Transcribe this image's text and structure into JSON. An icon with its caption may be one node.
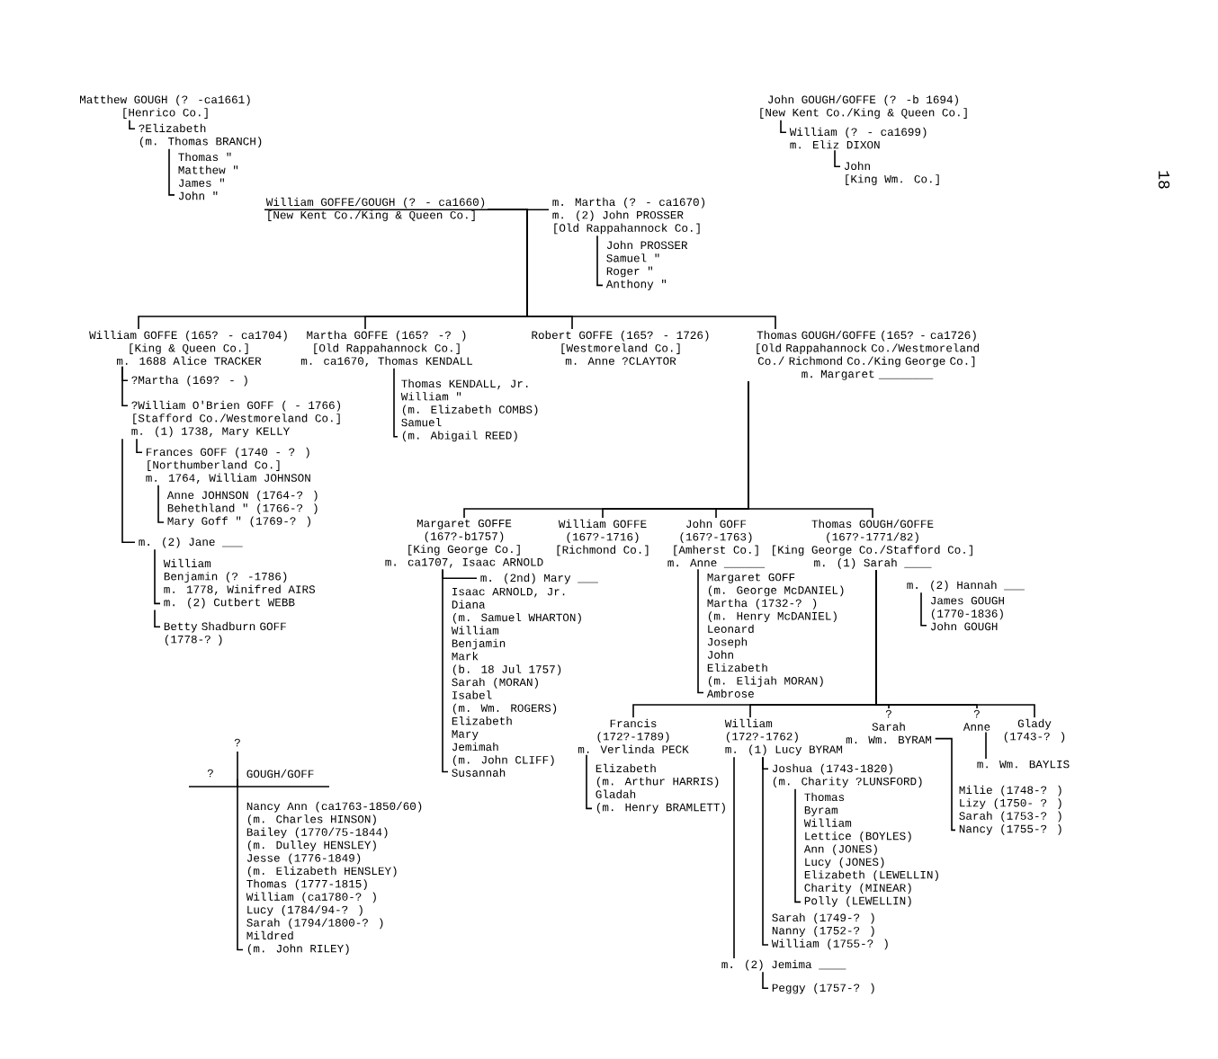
{
  "diagram": {
    "nodes": [
      {
        "text": [
          "Matthew GOUGH (? -ca1661)",
          "[Henrico Co.]"
        ]
      },
      {
        "text": [
          "?Elizabeth",
          "(m. Thomas BRANCH)"
        ]
      },
      {
        "text": [
          "Thomas \"",
          "Matthew \"",
          "James \"",
          "John \""
        ]
      },
      {
        "text": [
          "John GOUGH/GOFFE (? -b 1694)",
          "[New Kent Co./King & Queen Co.]"
        ]
      },
      {
        "text": [
          "William (? - ca1699)",
          "m. Eliz DIXON"
        ]
      },
      {
        "text": [
          "John",
          "[King Wm. Co.]"
        ]
      },
      {
        "text": [
          "William GOFFE/GOUGH (? - ca1660)",
          "[New Kent Co./King & Queen Co.]"
        ]
      },
      {
        "text": [
          "m. Martha (? - ca1670)",
          "m. (2) John PROSSER",
          "[Old Rappahannock Co.]"
        ]
      },
      {
        "text": [
          "John PROSSER",
          "Samuel \"",
          "Roger \"",
          "Anthony \""
        ]
      },
      {
        "text": [
          "William GOFFE (165? - ca1704)",
          "[King & Queen Co.]",
          "m. 1688 Alice TRACKER"
        ]
      },
      {
        "text": [
          "Martha GOFFE (165? -? )",
          "[Old Rappahannock Co.]",
          "m. ca1670, Thomas KENDALL"
        ]
      },
      {
        "text": [
          "Robert GOFFE (165? - 1726)",
          "[Westmoreland Co.]",
          "m. Anne ?CLAYTOR"
        ]
      },
      {
        "text": [
          "Thomas GOUGH/GOFFE (165? - ca1726)",
          "[Old Rappahannock Co./Westmoreland Co./ Richmond Co./King George Co.]",
          "m. Margaret ________"
        ]
      },
      {
        "text": [
          "?Martha (169? - )"
        ]
      },
      {
        "text": [
          "?William O'Brien GOFF ( - 1766)",
          "[Stafford Co./Westmoreland Co.]",
          "m. (1) 1738, Mary KELLY"
        ]
      },
      {
        "text": [
          "Frances GOFF (1740 - ? )",
          "[Northumberland Co.]",
          "m. 1764, William JOHNSON"
        ]
      },
      {
        "text": [
          "Anne JOHNSON (1764-? )",
          "Behethland \" (1766-? )",
          "Mary Goff \" (1769-? )"
        ]
      },
      {
        "text": [
          "m. (2) Jane ___"
        ]
      },
      {
        "text": [
          "William",
          "Benjamin (? -1786)",
          "m. 1778, Winifred AIRS",
          "m. (2) Cutbert WEBB"
        ]
      },
      {
        "text": [
          "Betty Shadburn GOFF (1778-? )"
        ]
      },
      {
        "text": [
          "Thomas KENDALL, Jr.",
          "William \"",
          "(m. Elizabeth COMBS)",
          "Samuel",
          "(m. Abigail REED)"
        ]
      },
      {
        "text": [
          "Margaret GOFFE",
          "(167?-b1757)",
          "[King George Co.]",
          "m. ca1707, Isaac ARNOLD"
        ]
      },
      {
        "text": [
          "m. (2nd) Mary ___"
        ]
      },
      {
        "text": [
          "Isaac ARNOLD, Jr.",
          "Diana",
          "(m. Samuel WHARTON)",
          "William",
          "Benjamin",
          "Mark",
          "(b. 18 Jul 1757)",
          "Sarah (MORAN)",
          "Isabel",
          "(m. Wm. ROGERS)",
          "Elizabeth",
          "Mary",
          "Jemimah",
          "(m. John CLIFF)",
          "Susannah"
        ]
      },
      {
        "text": [
          "William GOFFE",
          "(167?-1716)",
          "[Richmond Co.]"
        ]
      },
      {
        "text": [
          "John GOFF",
          "(167?-1763)",
          "[Amherst Co.]",
          "m. Anne ______"
        ]
      },
      {
        "text": [
          "Margaret GOFF",
          "(m. George McDANIEL)",
          "Martha (1732-? )",
          "(m. Henry McDANIEL)",
          "Leonard",
          "Joseph",
          "John",
          "Elizabeth",
          "(m. Elijah MORAN)",
          "Ambrose"
        ]
      },
      {
        "text": [
          "Thomas GOUGH/GOFFE",
          "(167?-1771/82)",
          "[King George Co./Stafford Co.]",
          "m. (1) Sarah ____"
        ]
      },
      {
        "text": [
          "m. (2) Hannah ___"
        ]
      },
      {
        "text": [
          "James GOUGH",
          "(1770-1836)",
          "John GOUGH"
        ]
      },
      {
        "text": [
          "Francis",
          "(172?-1789)",
          "m. Verlinda PECK"
        ]
      },
      {
        "text": [
          "Elizabeth",
          "(m. Arthur HARRIS)",
          "Gladah",
          "(m. Henry BRAMLETT)"
        ]
      },
      {
        "text": [
          "William",
          "(172?-1762)",
          "m. (1) Lucy BYRAM"
        ]
      },
      {
        "text": [
          "Joshua (1743-1820)",
          "(m. Charity ?LUNSFORD)"
        ]
      },
      {
        "text": [
          "Thomas",
          "Byram",
          "William",
          "Lettice (BOYLES)",
          "Ann (JONES)",
          "Lucy (JONES)",
          "Elizabeth (LEWELLIN)",
          "Charity (MINEAR)",
          "Polly (LEWELLIN)"
        ]
      },
      {
        "text": [
          "Sarah (1749-? )",
          "Nanny (1752-? )",
          "William (1755-? )"
        ]
      },
      {
        "text": [
          "m. (2) Jemima ____"
        ]
      },
      {
        "text": [
          "Peggy (1757-? )"
        ]
      },
      {
        "text": [
          "?",
          "Sarah",
          "m. Wm. BYRAM"
        ]
      },
      {
        "text": [
          "Milie (1748-? )",
          "Lizy (1750- ? )",
          "Sarah (1753-? )",
          "Nancy (1755-? )"
        ]
      },
      {
        "text": [
          "?",
          "Anne"
        ]
      },
      {
        "text": [
          "m. Wm. BAYLIS"
        ]
      },
      {
        "text": [
          "Glady",
          "(1743-? )"
        ]
      },
      {
        "text": [
          "GOUGH/GOFF"
        ],
        "beside": [
          "?",
          "?"
        ]
      },
      {
        "text": [
          "Nancy Ann (ca1763-1850/60)",
          "(m. Charles HINSON)",
          "Bailey (1770/75-1844)",
          "(m. Dulley HENSLEY)",
          "Jesse (1776-1849)",
          "(m. Elizabeth HENSLEY)",
          "Thomas (1777-1815)",
          "William (ca1780-? )",
          "Lucy (1784/94-? )",
          "Sarah (1794/1800-? )",
          "Mildred",
          "(m. John RILEY)"
        ]
      }
    ],
    "edges": [
      {
        "from": 0,
        "to": 1,
        "arrow": "none"
      },
      {
        "from": 1,
        "to": 2,
        "arrow": "none"
      },
      {
        "from": 3,
        "to": 4,
        "arrow": "none"
      },
      {
        "from": 4,
        "to": 5,
        "arrow": "none"
      },
      {
        "from": 6,
        "to": 7,
        "arrow": "none"
      },
      {
        "from": 7,
        "to": 8,
        "arrow": "none"
      },
      {
        "from": 6,
        "to": 9,
        "arrow": "none"
      },
      {
        "from": 6,
        "to": 10,
        "arrow": "none"
      },
      {
        "from": 6,
        "to": 11,
        "arrow": "none"
      },
      {
        "from": 6,
        "to": 12,
        "arrow": "none"
      },
      {
        "from": 9,
        "to": 13,
        "arrow": "none"
      },
      {
        "from": 9,
        "to": 14,
        "arrow": "none"
      },
      {
        "from": 14,
        "to": 15,
        "arrow": "none"
      },
      {
        "from": 15,
        "to": 16,
        "arrow": "none"
      },
      {
        "from": 14,
        "to": 17,
        "arrow": "none"
      },
      {
        "from": 17,
        "to": 18,
        "arrow": "none"
      },
      {
        "from": 18,
        "to": 19,
        "arrow": "none"
      },
      {
        "from": 10,
        "to": 20,
        "arrow": "none"
      },
      {
        "from": 12,
        "to": 21,
        "arrow": "none"
      },
      {
        "from": 12,
        "to": 24,
        "arrow": "none"
      },
      {
        "from": 12,
        "to": 25,
        "arrow": "none"
      },
      {
        "from": 12,
        "to": 27,
        "arrow": "none"
      },
      {
        "from": 21,
        "to": 22,
        "arrow": "none"
      },
      {
        "from": 21,
        "to": 23,
        "arrow": "none"
      },
      {
        "from": 25,
        "to": 26,
        "arrow": "none"
      },
      {
        "from": 28,
        "to": 29,
        "arrow": "none"
      },
      {
        "from": 27,
        "to": 30,
        "arrow": "none"
      },
      {
        "from": 27,
        "to": 32,
        "arrow": "none"
      },
      {
        "from": 27,
        "to": 38,
        "arrow": "none"
      },
      {
        "from": 27,
        "to": 40,
        "arrow": "none"
      },
      {
        "from": 27,
        "to": 42,
        "arrow": "none"
      },
      {
        "from": 30,
        "to": 31,
        "arrow": "none"
      },
      {
        "from": 32,
        "to": 33,
        "arrow": "none"
      },
      {
        "from": 33,
        "to": 34,
        "arrow": "none"
      },
      {
        "from": 32,
        "to": 35,
        "arrow": "none"
      },
      {
        "from": 32,
        "to": 36,
        "arrow": "none"
      },
      {
        "from": 36,
        "to": 37,
        "arrow": "none"
      },
      {
        "from": 38,
        "to": 39,
        "arrow": "none"
      },
      {
        "from": 40,
        "to": 41,
        "arrow": "none"
      },
      {
        "from": 43,
        "to": 44,
        "arrow": "none"
      }
    ],
    "labels": [
      "18"
    ]
  }
}
